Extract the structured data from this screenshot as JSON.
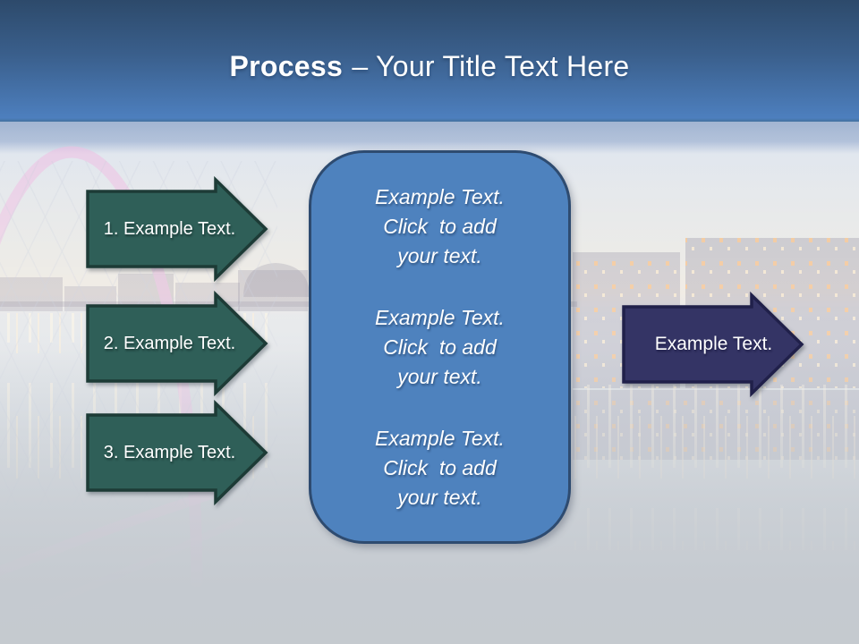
{
  "header": {
    "title_emphasis": "Process",
    "title_rest": "– Your Title Text Here"
  },
  "process_steps": [
    {
      "label": "1. Example Text."
    },
    {
      "label": "2. Example Text."
    },
    {
      "label": "3. Example Text."
    }
  ],
  "center_panel": {
    "paragraphs": [
      "Example Text.\nClick  to add\nyour text.",
      "Example Text.\nClick  to add\nyour text.",
      "Example Text.\nClick  to add\nyour text."
    ]
  },
  "output_arrow": {
    "label": "Example Text."
  },
  "colors": {
    "header_gradient_top": "#2d4a6b",
    "header_gradient_bottom": "#4d7fbe",
    "step_arrow_fill": "#2f5f58",
    "step_arrow_border": "#1d3b36",
    "output_arrow_fill": "#343465",
    "output_arrow_border": "#20204a",
    "panel_fill": "#4e82be",
    "panel_border": "#2e4b70",
    "text": "#ffffff"
  },
  "background_photo": {
    "alt": "Faded dusk photo of a riverside city with pink arch bridge, skyline and water reflections"
  }
}
